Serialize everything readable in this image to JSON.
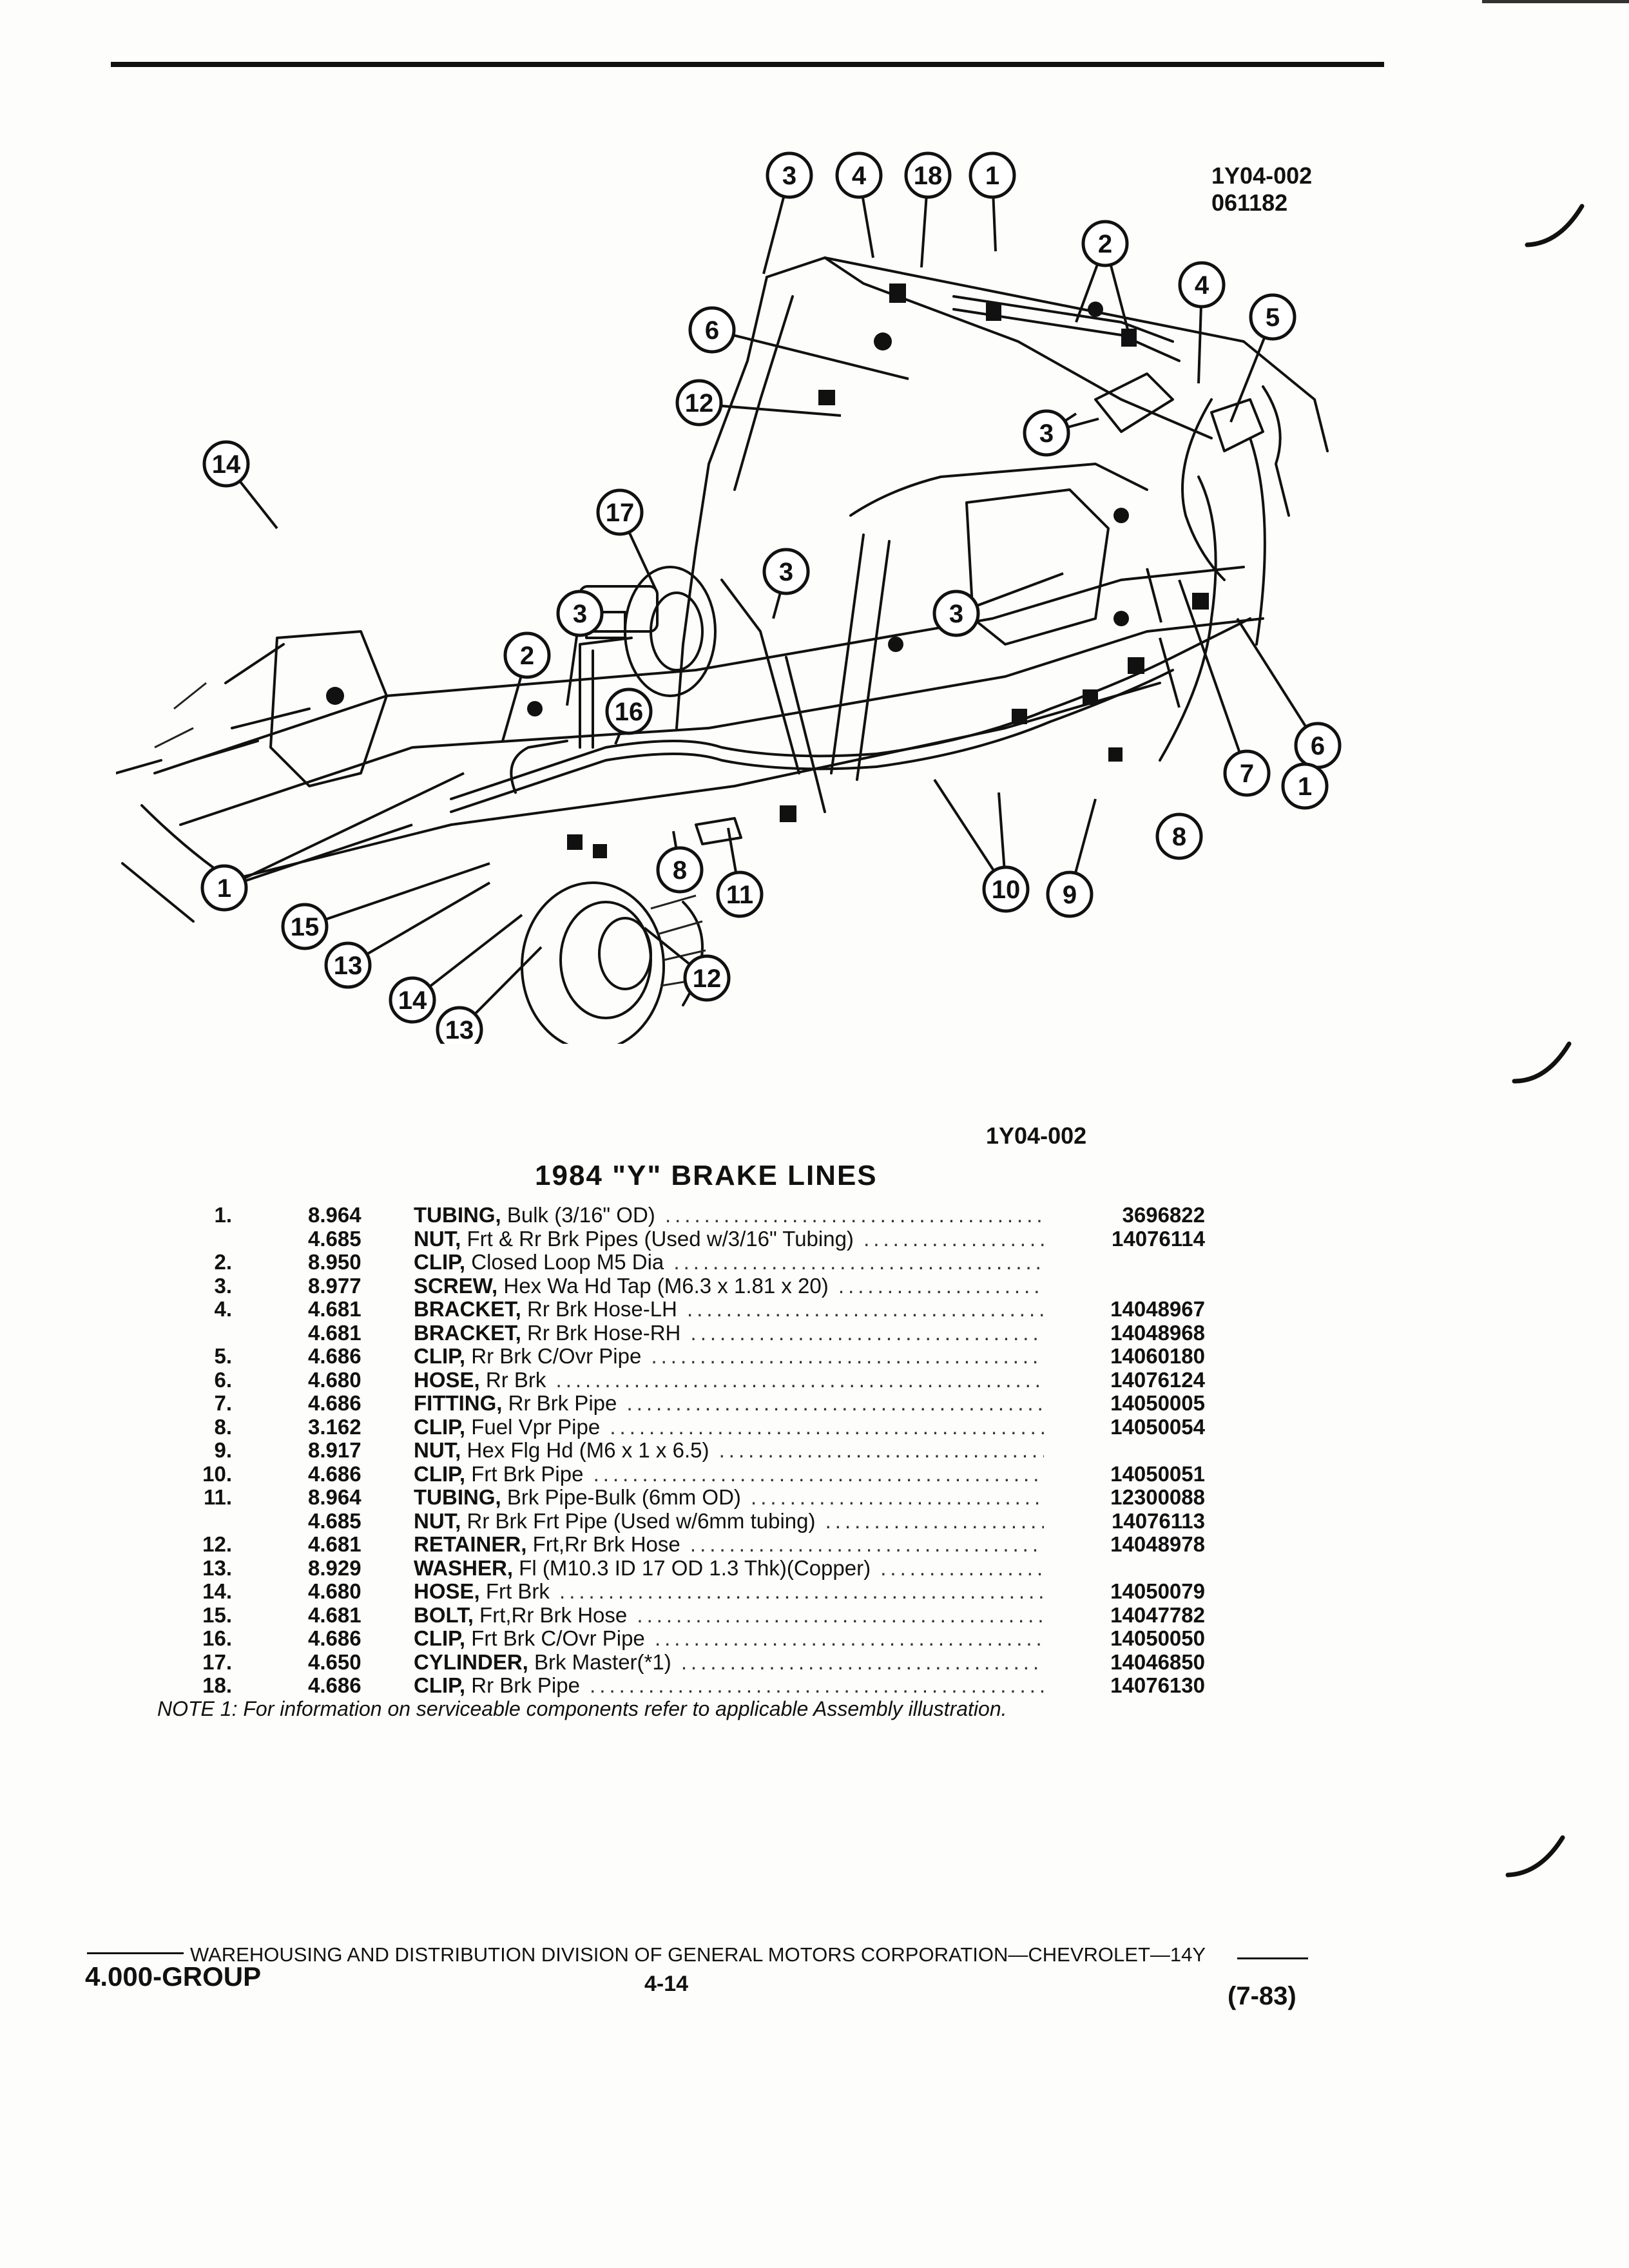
{
  "figure": {
    "ref_id": "1Y04-002",
    "ref_date": "061182",
    "caption_ref": "1Y04-002",
    "callouts": [
      "3",
      "4",
      "18",
      "1",
      "2",
      "4",
      "5",
      "6",
      "12",
      "3",
      "17",
      "14",
      "3",
      "3",
      "2",
      "16",
      "3",
      "6",
      "7",
      "1",
      "8",
      "1",
      "8",
      "11",
      "10",
      "9",
      "15",
      "13",
      "14",
      "13",
      "12"
    ]
  },
  "title": "1984 \"Y\" BRAKE LINES",
  "parts": [
    {
      "no": "1.",
      "code": "8.964",
      "name": "TUBING,",
      "desc": " Bulk (3/16\" OD)",
      "part_no": "3696822"
    },
    {
      "no": "",
      "code": "4.685",
      "name": "NUT,",
      "desc": " Frt & Rr Brk Pipes (Used w/3/16\" Tubing)",
      "part_no": "14076114"
    },
    {
      "no": "2.",
      "code": "8.950",
      "name": "CLIP,",
      "desc": " Closed Loop M5 Dia",
      "part_no": ""
    },
    {
      "no": "3.",
      "code": "8.977",
      "name": "SCREW,",
      "desc": " Hex Wa Hd Tap (M6.3 x 1.81 x 20)",
      "part_no": ""
    },
    {
      "no": "4.",
      "code": "4.681",
      "name": "BRACKET,",
      "desc": " Rr Brk Hose-LH",
      "part_no": "14048967"
    },
    {
      "no": "",
      "code": "4.681",
      "name": "BRACKET,",
      "desc": " Rr Brk Hose-RH",
      "part_no": "14048968"
    },
    {
      "no": "5.",
      "code": "4.686",
      "name": "CLIP,",
      "desc": " Rr Brk C/Ovr Pipe",
      "part_no": "14060180"
    },
    {
      "no": "6.",
      "code": "4.680",
      "name": "HOSE,",
      "desc": " Rr Brk",
      "part_no": "14076124"
    },
    {
      "no": "7.",
      "code": "4.686",
      "name": "FITTING,",
      "desc": " Rr Brk Pipe",
      "part_no": "14050005"
    },
    {
      "no": "8.",
      "code": "3.162",
      "name": "CLIP,",
      "desc": " Fuel Vpr Pipe",
      "part_no": "14050054"
    },
    {
      "no": "9.",
      "code": "8.917",
      "name": "NUT,",
      "desc": " Hex Flg Hd (M6 x 1 x 6.5)",
      "part_no": ""
    },
    {
      "no": "10.",
      "code": "4.686",
      "name": "CLIP,",
      "desc": " Frt Brk Pipe",
      "part_no": "14050051"
    },
    {
      "no": "11.",
      "code": "8.964",
      "name": "TUBING,",
      "desc": " Brk Pipe-Bulk (6mm OD)",
      "part_no": "12300088"
    },
    {
      "no": "",
      "code": "4.685",
      "name": "NUT,",
      "desc": " Rr Brk Frt Pipe (Used w/6mm tubing)",
      "part_no": "14076113"
    },
    {
      "no": "12.",
      "code": "4.681",
      "name": "RETAINER,",
      "desc": " Frt,Rr Brk Hose",
      "part_no": "14048978"
    },
    {
      "no": "13.",
      "code": "8.929",
      "name": "WASHER,",
      "desc": " Fl (M10.3 ID 17 OD 1.3 Thk)(Copper)",
      "part_no": ""
    },
    {
      "no": "14.",
      "code": "4.680",
      "name": "HOSE,",
      "desc": " Frt Brk",
      "part_no": "14050079"
    },
    {
      "no": "15.",
      "code": "4.681",
      "name": "BOLT,",
      "desc": " Frt,Rr Brk Hose",
      "part_no": "14047782"
    },
    {
      "no": "16.",
      "code": "4.686",
      "name": "CLIP,",
      "desc": " Frt Brk C/Ovr Pipe",
      "part_no": "14050050"
    },
    {
      "no": "17.",
      "code": "4.650",
      "name": "CYLINDER,",
      "desc": " Brk Master(*1)",
      "part_no": "14046850"
    },
    {
      "no": "18.",
      "code": "4.686",
      "name": "CLIP,",
      "desc": " Rr Brk Pipe",
      "part_no": "14076130"
    }
  ],
  "note": "NOTE 1: For information on serviceable components refer to applicable Assembly illustration.",
  "footer": {
    "division": "WAREHOUSING AND DISTRIBUTION DIVISION OF GENERAL MOTORS CORPORATION—CHEVROLET—14Y",
    "group": "4.000-GROUP",
    "page": "4-14",
    "date": "(7-83)"
  }
}
